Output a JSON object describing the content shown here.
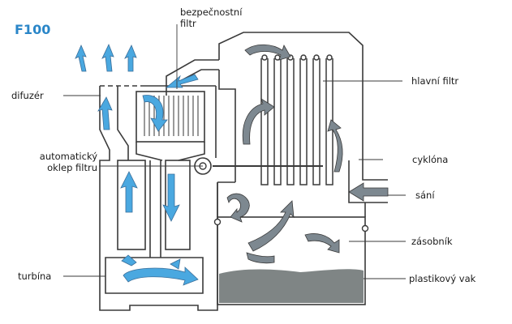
{
  "title": "F100",
  "labels": {
    "safety_filter": "bezpečnostní\nfiltr",
    "diffuser": "difuzér",
    "auto_filter_shaking": "automatický\noklep filtru",
    "turbine": "turbína",
    "main_filter": "hlavní filtr",
    "cyclone": "cyklóna",
    "intake": "sání",
    "container": "zásobník",
    "plastic_bag": "plastikový vak"
  },
  "colors": {
    "line": "#3a3a3a",
    "blue_arrow": "#4aa8e0",
    "grey_arrow": "#7d8890",
    "dust": "#7f8585",
    "title": "#2a86c8"
  }
}
